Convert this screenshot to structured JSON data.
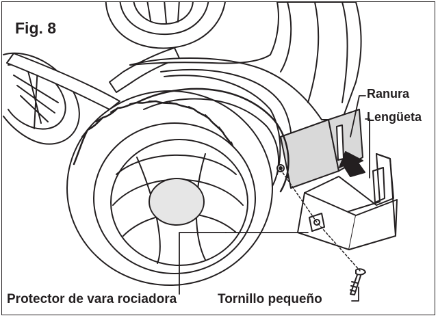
{
  "figure": {
    "title": "Fig. 8",
    "labels": {
      "slot": "Ranura",
      "tab": "Lengüeta",
      "wand_guard": "Protector de vara rociadora",
      "small_screw": "Tornillo pequeño"
    }
  },
  "colors": {
    "line": "#231f20",
    "fill_light": "#ffffff",
    "fill_shade": "#d9d9d9",
    "tire_shade": "#e6e6e6"
  }
}
